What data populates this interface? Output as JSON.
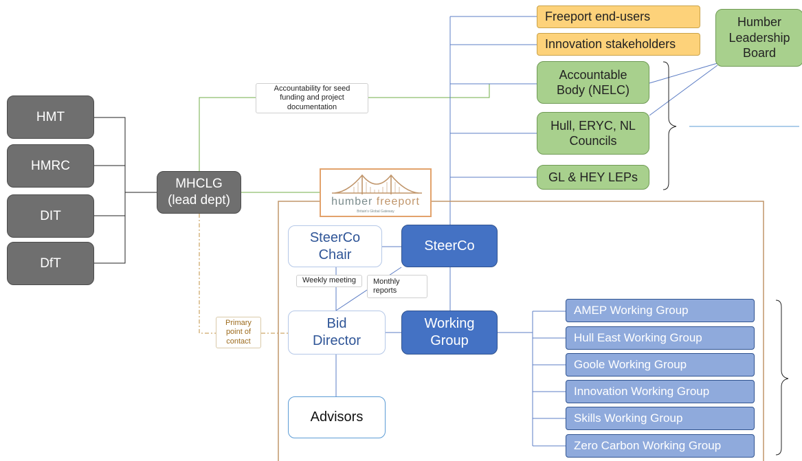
{
  "government": {
    "hmt": "HMT",
    "hmrc": "HMRC",
    "dit": "DIT",
    "dft": "DfT",
    "mhclg": [
      "MHCLG",
      "(lead dept)"
    ]
  },
  "stakeholders": {
    "end_users": "Freeport end-users",
    "innovation": "Innovation stakeholders",
    "accountable_body": [
      "Accountable",
      "Body (NELC)"
    ],
    "councils": [
      "Hull, ERYC, NL",
      "Councils"
    ],
    "leps": "GL & HEY LEPs",
    "leadership_board": [
      "Humber",
      "Leadership",
      "Board"
    ]
  },
  "notes": {
    "accountability": [
      "Accountability for seed",
      "funding and project",
      "documentation"
    ],
    "weekly_meeting": "Weekly meeting",
    "monthly_reports": [
      "Monthly",
      "reports"
    ],
    "primary_contact": [
      "Primary",
      "point of",
      "contact"
    ]
  },
  "logo": {
    "word1": "humber",
    "word2": "freeport",
    "tagline": "Britain's Global Gateway"
  },
  "governance": {
    "steerco_chair": [
      "SteerCo",
      "Chair"
    ],
    "steerco": "SteerCo",
    "bid_director": [
      "Bid",
      "Director"
    ],
    "working_group": [
      "Working",
      "Group"
    ],
    "advisors": "Advisors"
  },
  "working_groups": [
    "AMEP Working Group",
    "Hull East Working Group",
    "Goole Working Group",
    "Innovation Working Group",
    "Skills Working Group",
    "Zero Carbon Working Group"
  ],
  "colors": {
    "government": "#6f6f6f",
    "stakeholder_orange": "#fdd27a",
    "stakeholder_green": "#a8d08d",
    "governance_blue": "#4472c4",
    "working_group_blue": "#8faadc",
    "freeport_border": "#c0956a"
  }
}
